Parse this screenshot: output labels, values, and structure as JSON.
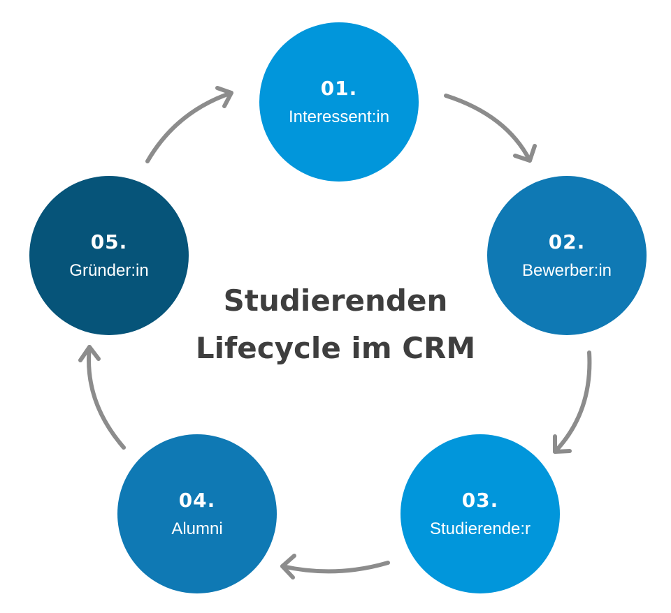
{
  "diagram": {
    "title_lines": [
      "Studierenden",
      "Lifecycle im CRM"
    ],
    "colors": {
      "light_blue": "#0196db",
      "mid_blue": "#0f79b4",
      "dark_blue": "#065479",
      "arrow_gray": "#8c8c8c",
      "title_text": "#3e3e3e"
    },
    "nodes": [
      {
        "number": "01.",
        "label": "Interessent:in",
        "color": "#0196db"
      },
      {
        "number": "02.",
        "label": "Bewerber:in",
        "color": "#0f79b4"
      },
      {
        "number": "03.",
        "label": "Studierende:r",
        "color": "#0196db"
      },
      {
        "number": "04.",
        "label": "Alumni",
        "color": "#0f79b4"
      },
      {
        "number": "05.",
        "label": "Gründer:in",
        "color": "#065479"
      }
    ],
    "arrows": [
      {
        "from": "01.",
        "to": "02."
      },
      {
        "from": "02.",
        "to": "03."
      },
      {
        "from": "03.",
        "to": "04."
      },
      {
        "from": "04.",
        "to": "05."
      },
      {
        "from": "05.",
        "to": "01."
      }
    ]
  }
}
